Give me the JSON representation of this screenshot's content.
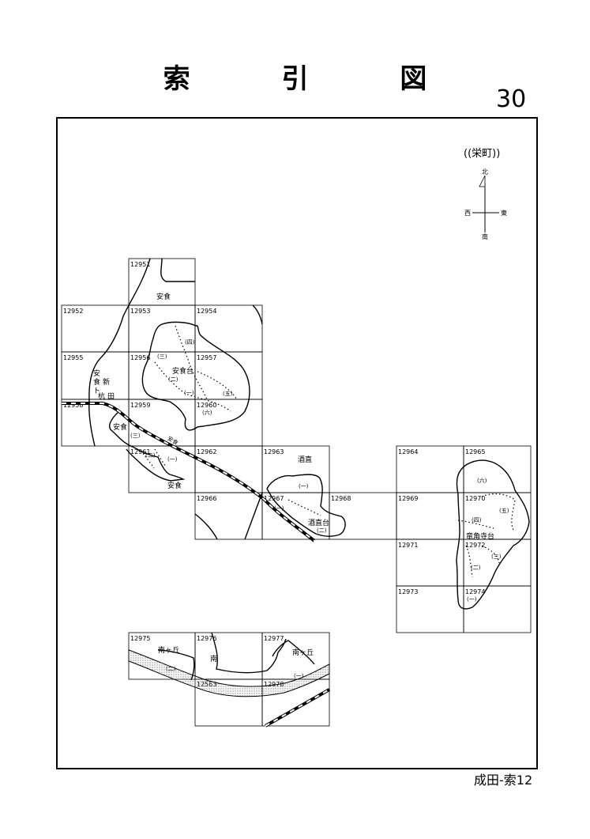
{
  "title": "索 引 図",
  "page_number": "30",
  "footer": "成田-索12",
  "area_name": "((栄町))",
  "compass": {
    "north": "北",
    "south": "南",
    "east": "東",
    "west": "西"
  },
  "sheets": [
    "12951",
    "12952",
    "12953",
    "12954",
    "12955",
    "12956",
    "12957",
    "12958",
    "12959",
    "12960",
    "12961",
    "12962",
    "12963",
    "12964",
    "12965",
    "12966",
    "12967",
    "12968",
    "12969",
    "12970",
    "12971",
    "12972",
    "12973",
    "12974",
    "12975",
    "12976",
    "12977",
    "12978",
    "12563"
  ],
  "places": {
    "ajiki_top": "安食",
    "ajiki_shinden": [
      "安",
      "食",
      "ト",
      "新",
      "杭",
      "田"
    ],
    "ajikidai": "安食台",
    "ajiki_mid": "安食",
    "ajiki_bottom": "安食",
    "sakanao": "酒直",
    "sakanaodai": "酒直台",
    "ryukakujidai": "竜角寺台",
    "minamigaoka_1": "南ヶ丘",
    "minami": "南",
    "minamigaoka_2": "南ヶ丘",
    "railway": "安食"
  },
  "subdivisions": {
    "i": "(一)",
    "ni": "(二)",
    "san": "(三)",
    "yon": "(四)",
    "go": "(五)",
    "roku": "(六)"
  }
}
